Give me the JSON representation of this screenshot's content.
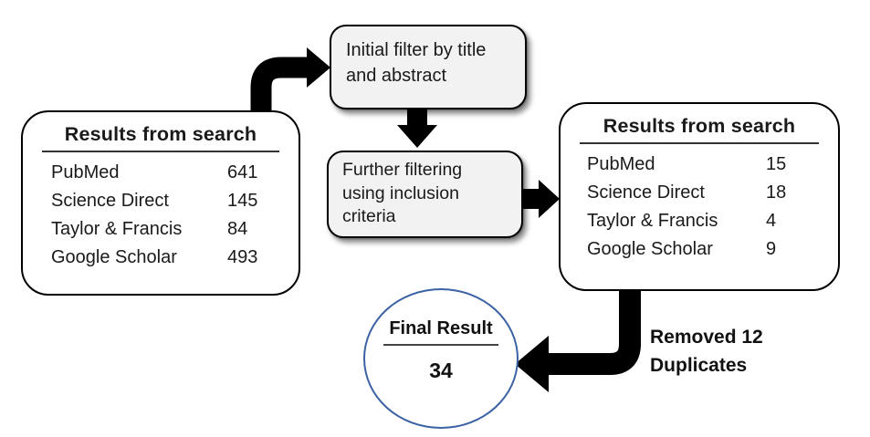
{
  "colors": {
    "circle_border": "#3b62a4",
    "step_box_fill": "#f2f2f2",
    "arrow": "#000000",
    "border": "#000000"
  },
  "before_box": {
    "title": "Results from search",
    "rows": [
      {
        "source": "PubMed",
        "count": "641"
      },
      {
        "source": "Science Direct",
        "count": "145"
      },
      {
        "source": "Taylor & Francis",
        "count": "84"
      },
      {
        "source": "Google Scholar",
        "count": "493"
      }
    ]
  },
  "step1": {
    "label": "Initial filter by title and abstract"
  },
  "step2": {
    "label": "Further filtering using inclusion criteria"
  },
  "after_box": {
    "title": "Results from search",
    "rows": [
      {
        "source": "PubMed",
        "count": "15"
      },
      {
        "source": "Science Direct",
        "count": "18"
      },
      {
        "source": "Taylor & Francis",
        "count": "4"
      },
      {
        "source": "Google Scholar",
        "count": "9"
      }
    ]
  },
  "final_circle": {
    "title": "Final Result",
    "value": "34"
  },
  "annotation": {
    "line1": "Removed 12",
    "line2": "Duplicates"
  }
}
